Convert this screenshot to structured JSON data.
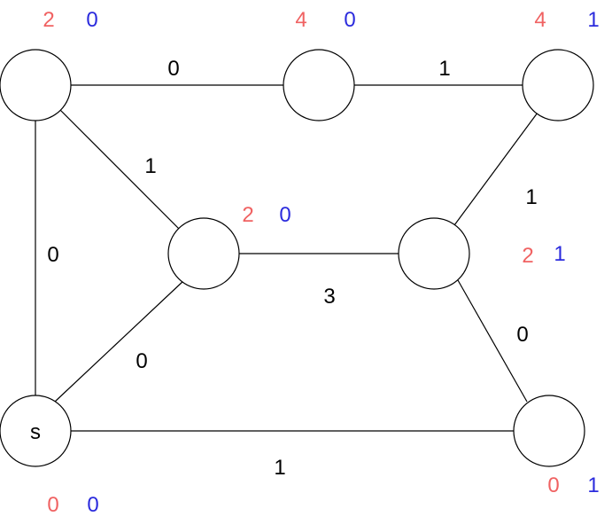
{
  "colors": {
    "red": "#f06262",
    "blue": "#2b2bdd",
    "ink": "#000000"
  },
  "graph": {
    "nodes": [
      {
        "id": "n1",
        "label": "",
        "red": "2",
        "blue": "0"
      },
      {
        "id": "n2",
        "label": "",
        "red": "4",
        "blue": "0"
      },
      {
        "id": "n3",
        "label": "",
        "red": "4",
        "blue": "1"
      },
      {
        "id": "n4",
        "label": "",
        "red": "2",
        "blue": "0"
      },
      {
        "id": "n5",
        "label": "",
        "red": "2",
        "blue": "1"
      },
      {
        "id": "s",
        "label": "s",
        "red": "0",
        "blue": "0"
      },
      {
        "id": "n7",
        "label": "",
        "red": "0",
        "blue": "1"
      }
    ],
    "edges": [
      {
        "id": "e1",
        "from": "n1",
        "to": "n2",
        "weight": "0"
      },
      {
        "id": "e2",
        "from": "n2",
        "to": "n3",
        "weight": "1"
      },
      {
        "id": "e3",
        "from": "n1",
        "to": "n4",
        "weight": "1"
      },
      {
        "id": "e4",
        "from": "n1",
        "to": "s",
        "weight": "0"
      },
      {
        "id": "e5",
        "from": "n4",
        "to": "n5",
        "weight": "3"
      },
      {
        "id": "e6",
        "from": "n3",
        "to": "n5",
        "weight": "1"
      },
      {
        "id": "e7",
        "from": "n4",
        "to": "s",
        "weight": "0"
      },
      {
        "id": "e8",
        "from": "n5",
        "to": "n7",
        "weight": "0"
      },
      {
        "id": "e9",
        "from": "s",
        "to": "n7",
        "weight": "1"
      }
    ]
  }
}
